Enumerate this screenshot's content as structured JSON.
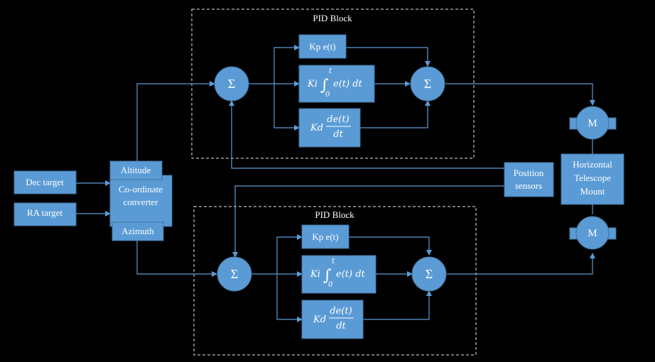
{
  "inputs": {
    "dec_target": "Dec target",
    "ra_target": "RA target"
  },
  "converter": {
    "line1": "Co-ordinate",
    "line2": "converter",
    "altitude": "Altitude",
    "azimuth": "Azimuth"
  },
  "pid_top": {
    "title": "PID Block",
    "kp": "Kp e(t)",
    "ki_coef": "Ki",
    "ki_lower": "0",
    "ki_upper": "t",
    "ki_body": "e(t) dt",
    "kd_coef": "Kd",
    "kd_num": "de(t)",
    "kd_den": "dt",
    "sigma": "Σ"
  },
  "pid_bottom": {
    "title": "PID Block",
    "kp": "Kp e(t)",
    "ki_coef": "Ki",
    "ki_lower": "0",
    "ki_upper": "t",
    "ki_body": "e(t) dt",
    "kd_coef": "Kd",
    "kd_num": "de(t)",
    "kd_den": "dt",
    "sigma": "Σ"
  },
  "sensors": {
    "line1": "Position",
    "line2": "sensors"
  },
  "mount": {
    "line1": "Horizontal",
    "line2": "Telescope",
    "line3": "Mount"
  },
  "motor_top": "M",
  "motor_bottom": "M",
  "colors": {
    "block": "#5b9bd5",
    "border": "#41719c",
    "background": "#000000"
  }
}
